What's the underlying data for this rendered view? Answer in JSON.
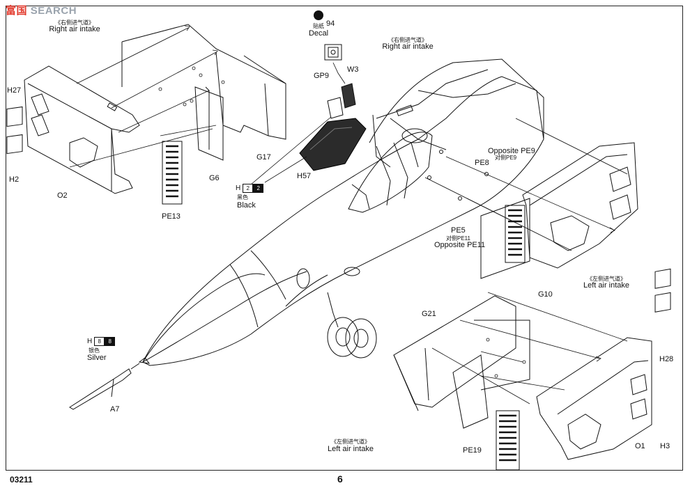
{
  "watermark": {
    "logo": "富国",
    "site": "SEARCH"
  },
  "page": {
    "code": "03211",
    "number": "6"
  },
  "decal": {
    "cn": "贴纸",
    "en": "Decal",
    "number": "94"
  },
  "air_intakes": {
    "right_top_left": {
      "cn": "《右侧进气道》",
      "en": "Right air intake"
    },
    "right_top": {
      "cn": "《右侧进气道》",
      "en": "Right air intake"
    },
    "left_mid_right": {
      "cn": "《左侧进气道》",
      "en": "Left air intake"
    },
    "left_bottom": {
      "cn": "《左侧进气道》",
      "en": "Left air intake"
    }
  },
  "parts": {
    "H27": "H27",
    "H2": "H2",
    "O2": "O2",
    "PE13": "PE13",
    "G6": "G6",
    "G17": "G17",
    "GP9": "GP9",
    "W3": "W3",
    "H57": "H57",
    "PE8": "PE8",
    "PE5": "PE5",
    "G21": "G21",
    "G10": "G10",
    "H28": "H28",
    "O1": "O1",
    "H3": "H3",
    "PE19": "PE19",
    "A7": "A7"
  },
  "opposite": {
    "pe9_en": "Opposite PE9",
    "pe9_cn": "对侧PE9",
    "pe11_cn": "对侧PE11",
    "pe11_en": "Opposite PE11"
  },
  "paints": {
    "black": {
      "prefix": "H",
      "code_a": "2",
      "code_b": "2",
      "cn": "黑色",
      "en": "Black"
    },
    "silver": {
      "prefix": "H",
      "code_a": "8",
      "code_b": "8",
      "cn": "银色",
      "en": "Silver"
    }
  }
}
